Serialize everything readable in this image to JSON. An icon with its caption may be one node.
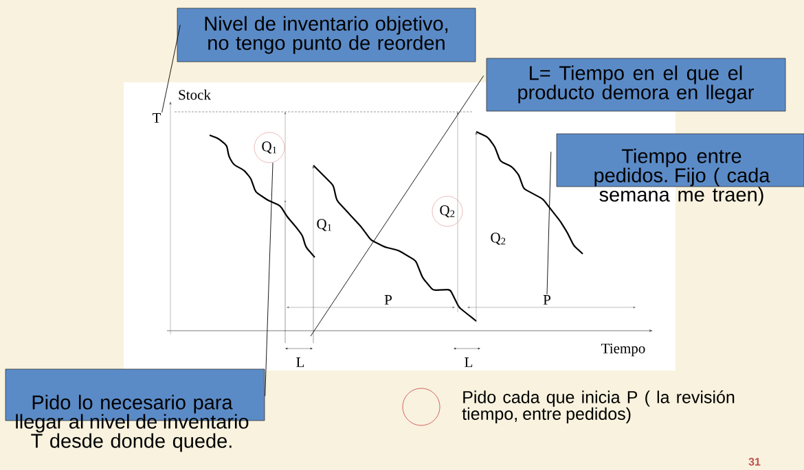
{
  "diagram": {
    "nodes": [
      {
        "text": [
          "Nivel de inventario objetivo, no tengo punto de reorden"
        ]
      },
      {
        "text": [
          "T"
        ]
      },
      {
        "text": [
          "L= Tiempo en el que el producto demora en llegar"
        ]
      },
      {
        "text": [
          "Q$_{1}$"
        ]
      },
      {
        "text": [
          "Tiempo entre pedidos. Fijo ( cada semana me traen)"
        ]
      },
      {
        "text": [
          "Q$_{2}$"
        ]
      },
      {
        "text": [
          "P"
        ]
      },
      {
        "text": [
          "Pido lo necesario para llegar al nivel de inventario T desde donde quede."
        ]
      }
    ],
    "edges": [
      {
        "from": 0,
        "to": 1,
        "arrow": "none"
      },
      {
        "from": 2,
        "to": null,
        "arrow": "none"
      },
      {
        "from": 7,
        "to": 3,
        "arrow": "none"
      },
      {
        "from": 4,
        "to": 6,
        "arrow": "none"
      }
    ],
    "labels": [
      "Stock",
      "Q$_{1}$",
      "P",
      "Q$_{2}$",
      "L",
      "L",
      "Tiempo",
      "31"
    ],
    "legend": [
      {
        "text": "Pido cada que inicia P ( la revisión tiempo, entre pedidos)"
      }
    ]
  }
}
